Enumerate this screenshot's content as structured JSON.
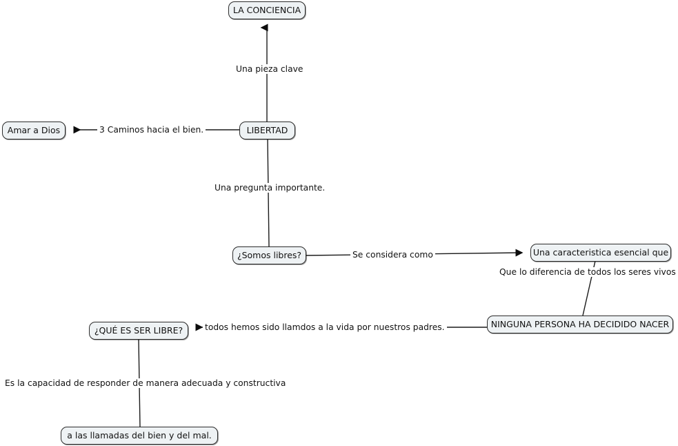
{
  "map": {
    "title": "Mapa conceptual: LIBERTAD",
    "background_color": "#ffffff",
    "node_fill_color": "#eef2f4",
    "node_border_color": "#2b2b2b",
    "edge_color": "#1a1a1a",
    "text_color": "#111111"
  },
  "nodes": [
    {
      "id": "la-conciencia",
      "label": "LA CONCIENCIA"
    },
    {
      "id": "amar-a-dios",
      "label": "Amar a Dios"
    },
    {
      "id": "libertad",
      "label": "LIBERTAD"
    },
    {
      "id": "somos-libres",
      "label": "¿Somos libres?"
    },
    {
      "id": "caracteristica",
      "label": "Una caracteristica esencial que"
    },
    {
      "id": "ninguna-persona",
      "label": "NINGUNA PERSONA HA DECIDIDO NACER"
    },
    {
      "id": "que-es-ser-libre",
      "label": "¿QUÉ ES SER LIBRE?"
    },
    {
      "id": "llamadas",
      "label": "a las llamadas del bien y del mal."
    }
  ],
  "edge_labels": [
    {
      "id": "una-pieza-clave",
      "text": "Una pieza clave"
    },
    {
      "id": "tres-caminos",
      "text": "3 Caminos hacia el bien."
    },
    {
      "id": "pregunta-importante",
      "text": "Una pregunta importante."
    },
    {
      "id": "se-considera-como",
      "text": "Se considera como"
    },
    {
      "id": "que-lo-diferencia",
      "text": "Que lo diferencia de todos los seres vivos"
    },
    {
      "id": "todos-hemos-sido",
      "text": "todos hemos sido llamdos a la vida por nuestros padres."
    },
    {
      "id": "es-la-capacidad",
      "text": "Es la capacidad de responder de manera adecuada y constructiva"
    }
  ]
}
